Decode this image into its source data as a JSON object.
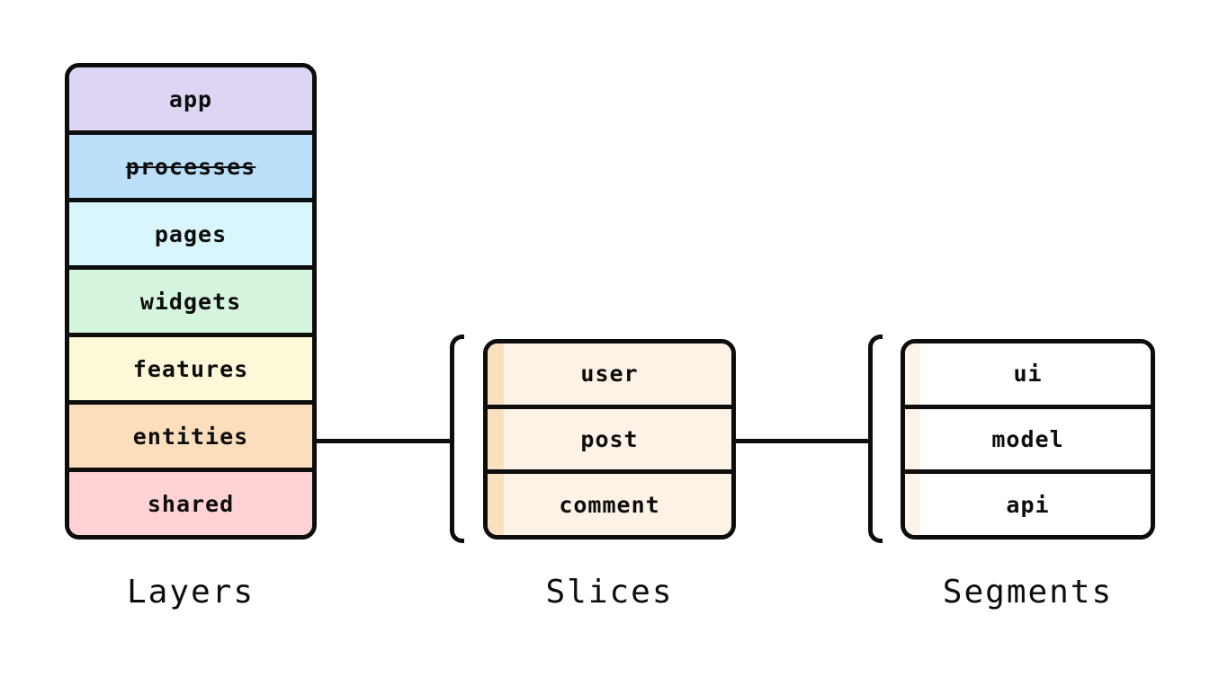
{
  "diagram": {
    "border_color": "#0d0d0d",
    "layers": {
      "caption": "Layers",
      "rows": [
        {
          "label": "app",
          "color": "#ded4f4",
          "deprecated": false
        },
        {
          "label": "processes",
          "color": "#bce0fa",
          "deprecated": true
        },
        {
          "label": "pages",
          "color": "#d8f6fb",
          "deprecated": false
        },
        {
          "label": "widgets",
          "color": "#d6f5de",
          "deprecated": false
        },
        {
          "label": "features",
          "color": "#fdf9d8",
          "deprecated": false
        },
        {
          "label": "entities",
          "color": "#fbdfbd",
          "deprecated": false
        },
        {
          "label": "shared",
          "color": "#ffd3d6",
          "deprecated": false
        }
      ]
    },
    "slices": {
      "caption": "Slices",
      "row_bg": "#fdf2e6",
      "row_strip": "#fae0be",
      "rows": [
        {
          "label": "user"
        },
        {
          "label": "post"
        },
        {
          "label": "comment"
        }
      ]
    },
    "segments": {
      "caption": "Segments",
      "row_bg": "#ffffff",
      "row_strip": "#fdf3e9",
      "rows": [
        {
          "label": "ui"
        },
        {
          "label": "model"
        },
        {
          "label": "api"
        }
      ]
    }
  }
}
